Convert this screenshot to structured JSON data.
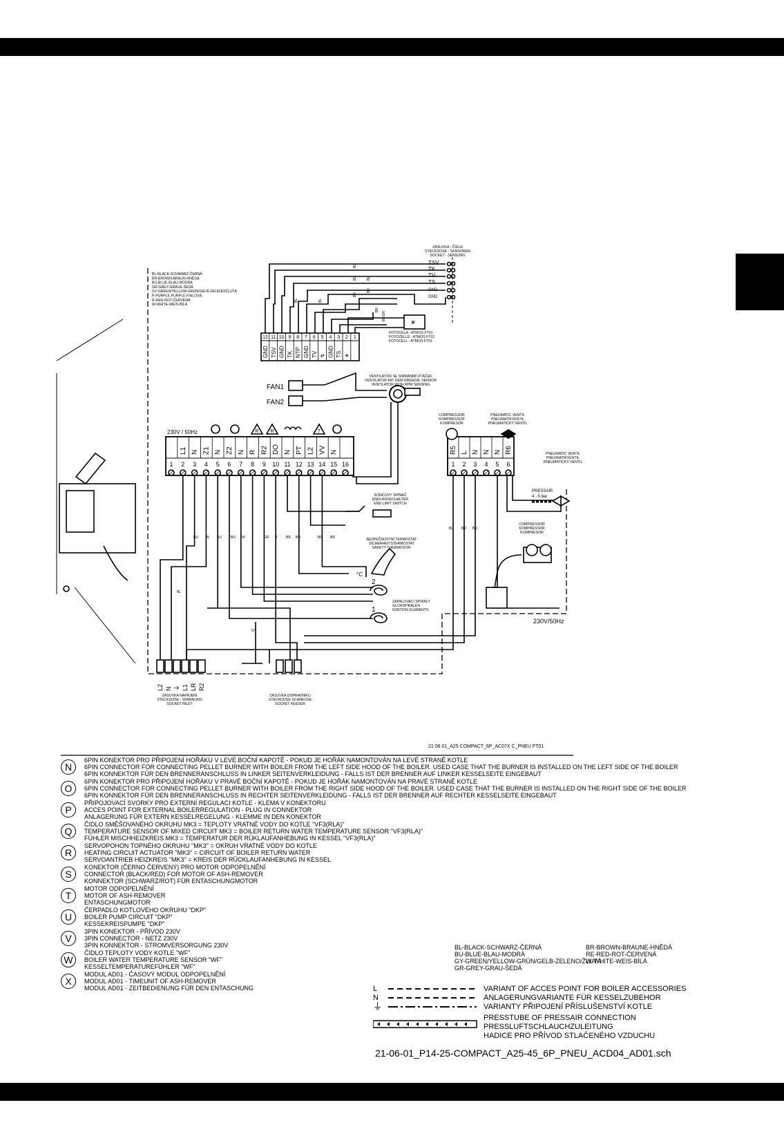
{
  "color_legend_top": [
    "BL-BLACK-SCHWARZ-ČERNÁ",
    "BR-BROWN-BRAUN-HNĚDÁ",
    "BU-BLUE-BLAU-MODRÁ",
    "GR-GREY-GRAUE-ŠEDÁ",
    "GY-GREEN/YELLOW-GRÜN/GELB-ZELENO/ŽLUTÁ",
    "P-PURPLE-PURPLE-FIALOVÁ",
    "R-RED-ROT-ČERVENÁ",
    "W-WHITE-WEIS-BÍLÁ"
  ],
  "sensor_socket": [
    "ZÁSUVKA - ČIDLA",
    "STECKDOSE - SENSOREN",
    "SOCKET - SENSORS"
  ],
  "sensor_labels": [
    "TSV",
    "TK",
    "TV",
    "TS",
    "GND",
    "GND"
  ],
  "terminal12_numbers": [
    "12",
    "11",
    "10",
    "9",
    "8",
    "7",
    "6",
    "5",
    "4",
    "3",
    "2",
    "1"
  ],
  "terminal12_labels": [
    "GND",
    "TSV",
    "GND",
    "TK",
    "NTP",
    "GND",
    "TV",
    "↯",
    "GND",
    "TS",
    "☀",
    ""
  ],
  "photocell": [
    "FOTOCELA - ATMOS FT01",
    "FOTOZELLE - ATMOS FT01",
    "FOTOCELL - ATMOS FT01"
  ],
  "fan_sensor": [
    "VENTILÁTOR SE SNÍMÁNÍM OTÁČEK",
    "VENTILATOR MIT DEM DREHZAL SENSOR",
    "VENTILATOR WITH RPM SENSING"
  ],
  "fan_labels": [
    "FAN1",
    "FAN2"
  ],
  "supply": "230V / 50Hz",
  "terminal16_labels": [
    "",
    "L1",
    "N",
    "Z1",
    "N",
    "Z2",
    "N",
    "R",
    "R2",
    "DO",
    "N",
    "PT",
    "L2",
    "VV",
    "N",
    ""
  ],
  "terminal16_numbers": [
    "1",
    "2",
    "3",
    "4",
    "5",
    "6",
    "7",
    "8",
    "9",
    "10",
    "11",
    "12",
    "13",
    "14",
    "15",
    "16"
  ],
  "terminal6_labels": [
    "R5",
    "L",
    "N",
    "N",
    "N",
    "R6"
  ],
  "terminal6_numbers": [
    "1",
    "2",
    "3",
    "4",
    "5",
    "6"
  ],
  "compressor_top": [
    "COMPRESSOR",
    "KOMPRESSOR",
    "KOMPRESOR"
  ],
  "pneu_valve_top": [
    "PNEUMATIC VENTIL",
    "PNEUMATIKVENTIL",
    "PNEUMATICKÝ VENTIL"
  ],
  "pneu_valve_right": [
    "PNEUMATIC VENTIL",
    "PNEUMATIKVENTIL",
    "PNEUMATICKÝ VENTIL"
  ],
  "pressair": "PRESSAIR",
  "pressair_value": "4 - 5 bar",
  "end_switch": [
    "KONCOVÝ SPÍNAČ",
    "ENDLAGNSCHALTER",
    "END LIMIT SWITCH"
  ],
  "safety_thermo": [
    "BEZPEČNOSTNÍ TERMOSTAT",
    "SICHERHEITSTERMOSTAT",
    "SAFETY THERMOSTAT"
  ],
  "compressor_bottom": [
    "COMPRESSOR",
    "KOMPRESSOR",
    "KOMPRESOR"
  ],
  "ignition": [
    "ZAPALOVACÍ SPIRÁLY",
    "GLÜHSPIRALEN",
    "IGNITION ELEMENTS"
  ],
  "supply2": "230V/50Hz",
  "socket_inlet": [
    "ZÁSUVKA NAPÁJENÍ",
    "STECKDOSE - SPANNUNG",
    "SOCKET INLET"
  ],
  "socket_feeder": [
    "ZÁSUVKA DOPRAVNÍKU",
    "STECKDOSE SCHNECKE",
    "SOCKET FEEDER"
  ],
  "inlet_pins": [
    "L2",
    "N",
    "⏚",
    "L1",
    "LR",
    "R2"
  ],
  "drawing_code": "21 06 01_A25 COMPACT_6P_AC07X C_PNEU   FT01",
  "thermo_mark": "°C",
  "ignition_numbers": [
    "2",
    "1"
  ],
  "legend": [
    {
      "letter": "N",
      "lines": [
        "6PIN KONEKTOR PRO PŘIPOJENÍ HOŘÁKU V LEVÉ BOČNÍ KAPOTĚ - POKUD JE HOŘÁK NAMONTOVÁN NA LEVÉ STRANĚ KOTLE",
        "6PIN CONNECTOR FOR CONNECTING PELLET BURNER WITH BOILER FROM THE LEFT SIDE HOOD OF THE BOILER. USED CASE THAT THE BURNER IS INSTALLED ON THE LEFT SIDE OF THE BOILER",
        "6PIN KONNEKTOR FÜR DEN BRENNERANSCHLUSS IN LINKER SEITENVERKLEIDUNG - FALLS IST DER BRENNER AUF LINKER KESSELSEITE EINGEBAUT"
      ]
    },
    {
      "letter": "O",
      "lines": [
        "6PIN KONEKTOR PRO PŘIPOJENÍ HOŘÁKU V PRAVÉ BOČNÍ KAPOTĚ - POKUD JE HOŘÁK NAMONTOVÁN NA PRAVÉ STRANĚ KOTLE",
        "6PIN CONNECTOR FOR CONNECTING PELLET BURNER WITH BOILER FROM THE RIGHT SIDE HOOD OF THE BOILER. USED CASE THAT THE BURNER IS INSTALLED ON THE RIGHT SIDE OF THE BOILER",
        "6PIN KONNEKTOR FÜR DEN BRENNERANSCHLUSS IN RECHTER SEITENVERKLEIDUNG - FALLS IST DER BRENNER AUF RECHTER KESSELSEITE EINGEBAUT"
      ]
    },
    {
      "letter": "P",
      "lines": [
        "PŘIPOJOVACÍ SVORKY PRO EXTERNÍ REGULACI KOTLE - KLEMA V KONEKTORU",
        "ACCES POINT FOR EXTERNAL BOILERREGULATION - PLUG IN CONNEKTOR",
        "ANLAGERUNG FÜR EXTERN KESSELREGELUNG - KLEMME IN DEN KONEKTOR"
      ]
    },
    {
      "letter": "Q",
      "lines": [
        "ČIDLO SMĚŠOVANÉHO OKRUHU MK3 = TEPLOTY VRATNÉ VODY DO KOTLE \"VF3(RLA)\"",
        "TEMPERATURE SENSOR OF MIXED CIRCUIT MK3 = BOILER RETURN WATER TEMPERATURE SENSOR \"VF3(RLA)\"",
        "FÜHLER MISCHHEIZKREIS MK3 = TEMPERATUR DER RÜKLAUFANHEBUNG IN KESSEL \"VF3(RLA)\""
      ]
    },
    {
      "letter": "R",
      "lines": [
        "SERVOPOHON TOPNÉHO OKRUHU \"MK3\" = OKRUH VRATNÉ VODY DO KOTLE",
        "HEATING CIRCUIT ACTUATOR \"MK3\" = CIRCUIT OF BOILER RETURN WATER",
        "SERVOANTRIEB HEIZKREIS \"MK3\" = KREIS DER RÜCKLAUFANHEBUNG IN KESSEL"
      ]
    },
    {
      "letter": "S",
      "lines": [
        "KONEKTOR (ČERNO ČERVENÝ) PRO MOTOR ODPOPELNĚNÍ",
        "CONNECTOR (BLACK/RED) FOR MOTOR OF ASH-REMOVER",
        "KONNEKTOR (SCHWARZ/ROT) FÜR ENTASCHUNGMOTOR"
      ]
    },
    {
      "letter": "T",
      "lines": [
        "MOTOR ODPOPELNĚNÍ",
        "MOTOR OF ASH-REMOVER",
        "ENTASCHUNGMOTOR"
      ]
    },
    {
      "letter": "U",
      "lines": [
        "ČERPADLO KOTLOVÉHO OKRUHU \"DKP\"",
        "BOILER PUMP CIRCUIT \"DKP\"",
        "KESSEKREISPUMPE \"DKP\""
      ]
    },
    {
      "letter": "V",
      "lines": [
        "3PIN KONEKTOR - PŘÍVOD 230V",
        "3PIN CONNECTOR - NETZ 230V",
        "3PIN KONNEKTOR - STROMVERSORGUNG 230V"
      ]
    },
    {
      "letter": "W",
      "lines": [
        "ČIDLO TEPLOTY VODY KOTLE \"WF\"",
        "BOILER WATER TEMPERATURE SENSOR \"WF\"",
        "KESSELTEMPERATUREFÜHLER \"WF\""
      ]
    },
    {
      "letter": "X",
      "lines": [
        "MODUL AD01 - ČASOVÝ MODUL ODPOPELNĚNÍ",
        "MODUL AD01 - TIMEUNIT OF ASH-REMOVER",
        "MODUL AD01 - ZEITBEDIENUNG FÜR DEN ENTASCHUNG"
      ]
    }
  ],
  "color_legend_bottom_col1": [
    "BL-BLACK-SCHWARZ-ČERNÁ",
    "BU-BLUE-BLAU-MODRÁ",
    "GY-GREEN/YELLOW-GRÜN/GELB-ZELENO/ŽLUTÁ",
    "GR-GREY-GRAU-ŠEDÁ"
  ],
  "color_legend_bottom_col2": [
    "BR-BROWN-BRAUNE-HNĚDÁ",
    "RE-RED-ROT-ČERVENÁ",
    "W-WHITE-WEIS-BÍLÁ"
  ],
  "variant_legend": {
    "marks": [
      "L",
      "N",
      "⏚"
    ],
    "text": [
      "VARIANT OF ACCES POINT FOR BOILER ACCESSORIES",
      "ANLAGERUNGVARIANTE FÜR KESSELZUBEHOR",
      "VARIANTY PŘIPOJENÍ PŘÍSLUŠENSTVÍ KOTLE"
    ],
    "tube_text": [
      "PRESSTUBE OF PRESSAIR CONNECTION",
      "PRESSLUFTSCHLAUCHZULEITUNG",
      "HADICE PRO PŘÍVOD STLAČENÉHO VZDUCHU"
    ]
  },
  "filename": "21-06-01_P14-25-COMPACT_A25-45_6P_PNEU_ACD04_AD01.sch"
}
